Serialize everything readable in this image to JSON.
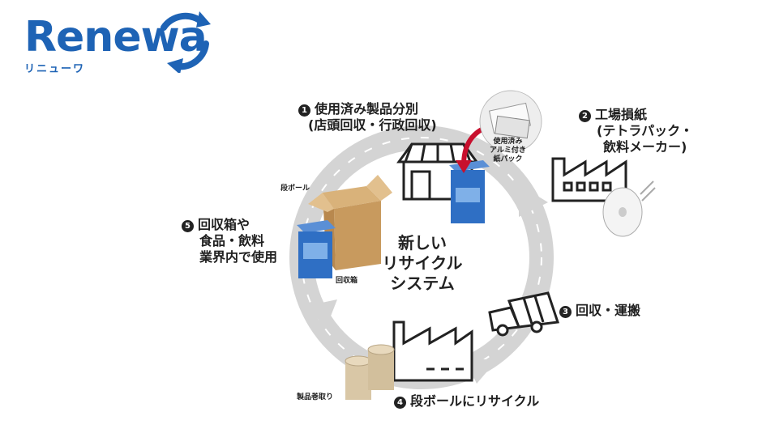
{
  "logo": {
    "name": "Renewa",
    "kana": "リニューワ",
    "brand_color": "#1e63b5"
  },
  "center_title": [
    "新しい",
    "リサイクル",
    "システム"
  ],
  "steps": [
    {
      "number": "1",
      "lines": [
        "使用済み製品分別",
        "(店頭回収・行政回収)"
      ]
    },
    {
      "number": "2",
      "lines": [
        "工場損紙",
        "(テトラパック・",
        "飲料メーカー)"
      ]
    },
    {
      "number": "3",
      "lines": [
        "回収・運搬"
      ]
    },
    {
      "number": "4",
      "lines": [
        "段ボールにリサイクル"
      ]
    },
    {
      "number": "5",
      "lines": [
        "回収箱や",
        "食品・飲料",
        "業界内で使用"
      ]
    }
  ],
  "small_labels": {
    "carton_callout": [
      "使用済み",
      "アルミ付き",
      "紙パック"
    ],
    "cardboard": "段ボール",
    "collection_box": "回収箱",
    "product_rolls": "製品巻取り"
  },
  "colors": {
    "ring": "#d4d4d4",
    "arrow": "#c8102e",
    "blue_box": "#2f6fc4",
    "ink": "#222222"
  },
  "icons": [
    "store-icon",
    "factory-icon",
    "truck-icon",
    "paper-roll-icon",
    "cardboard-box-icon",
    "recycle-ring-icon"
  ]
}
